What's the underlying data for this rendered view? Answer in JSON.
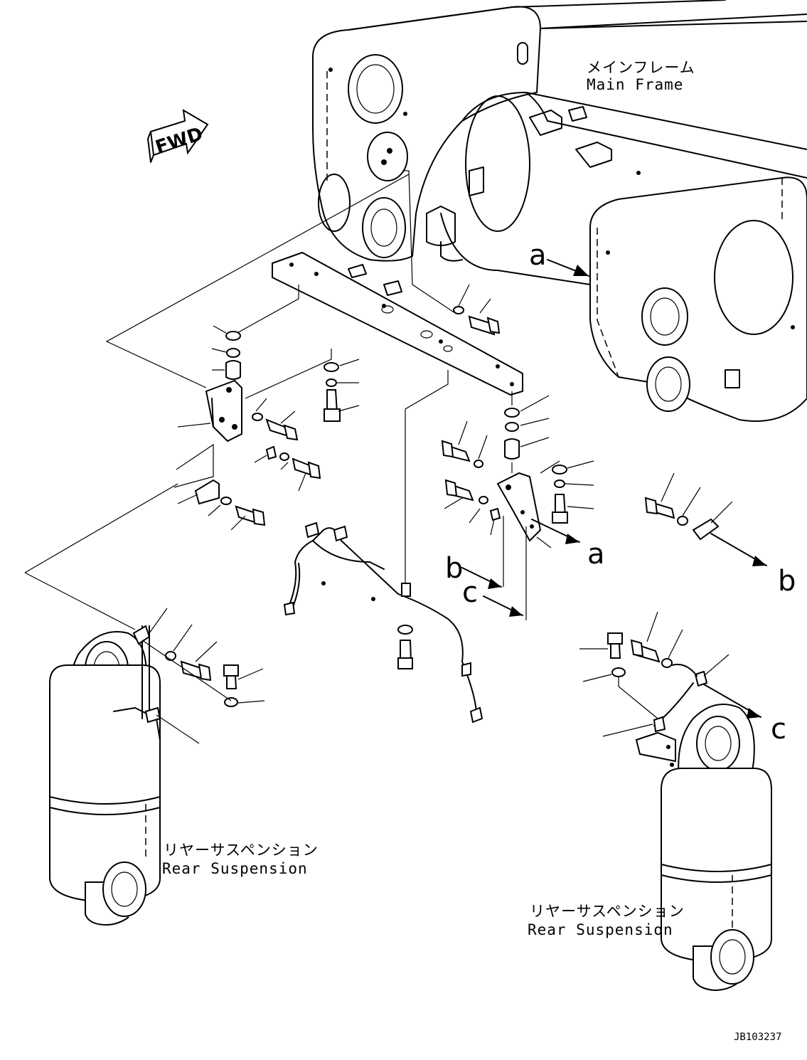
{
  "labels": {
    "main_frame_jp": "メインフレーム",
    "main_frame_en": "Main Frame",
    "rear_susp_left_jp": "リヤーサスペンション",
    "rear_susp_left_en": "Rear Suspension",
    "rear_susp_right_jp": "リヤーサスペンション",
    "rear_susp_right_en": "Rear Suspension",
    "fwd": "FWD",
    "drawing_code": "JB103237"
  },
  "references": {
    "a_top": "a",
    "a_mid": "a",
    "b_left": "b",
    "b_right": "b",
    "c_left": "c",
    "c_right": "c"
  }
}
